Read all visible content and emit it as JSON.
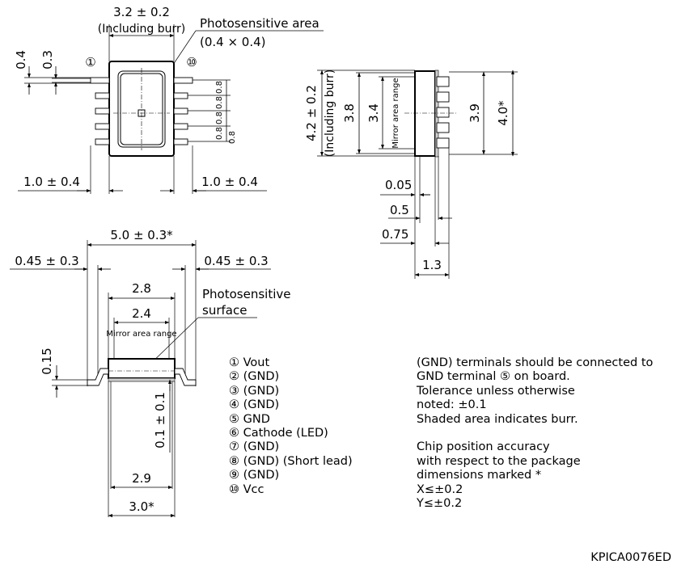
{
  "top_view": {
    "width_dim": "3.2 ± 0.2",
    "width_note": "(Including burr)",
    "area_label": "Photosensitive area",
    "area_size": "(0.4 × 0.4)",
    "pin1_marker": "①",
    "pin10_marker": "⑩",
    "lead_width": "0.4",
    "lead_small": "0.3",
    "pitch_labels": [
      "0.8",
      "0.8",
      "0.8",
      "0.8",
      "0.8"
    ],
    "left_dim": "1.0 ± 0.4",
    "right_dim": "1.0 ± 0.4"
  },
  "side_view": {
    "height_dim": "4.2 ± 0.2",
    "height_note": "(Including burr)",
    "dim_38": "3.8",
    "dim_34": "3.4",
    "mirror_label": "Mirror area range",
    "dim_39": "3.9",
    "dim_40": "4.0*",
    "dim_005": "0.05",
    "dim_05": "0.5",
    "dim_075": "0.75",
    "dim_13": "1.3"
  },
  "front_view": {
    "total_dim": "5.0 ± 0.3*",
    "left_lead": "0.45 ± 0.3",
    "right_lead": "0.45 ± 0.3",
    "dim_28": "2.8",
    "dim_24": "2.4",
    "mirror_label": "Mirror area range",
    "surface_label_1": "Photosensitive",
    "surface_label_2": "surface",
    "dim_015": "0.15",
    "dim_01": "0.1 ± 0.1",
    "dim_29": "2.9",
    "dim_30": "3.0*"
  },
  "pin_list": [
    "① Vout",
    "② (GND)",
    "③ (GND)",
    "④ (GND)",
    "⑤ GND",
    "⑥ Cathode (LED)",
    "⑦ (GND)",
    "⑧ (GND) (Short lead)",
    "⑨ (GND)",
    "⑩ Vcc"
  ],
  "notes_1": [
    "(GND) terminals should be connected to",
    "GND terminal ⑤ on board.",
    "Tolerance unless otherwise",
    "noted: ±0.1",
    "Shaded area indicates burr."
  ],
  "notes_2": [
    "Chip position accuracy",
    "with respect to the package",
    "dimensions marked *",
    "X≤±0.2",
    "Y≤±0.2"
  ],
  "drawing_code": "KPICA0076ED"
}
